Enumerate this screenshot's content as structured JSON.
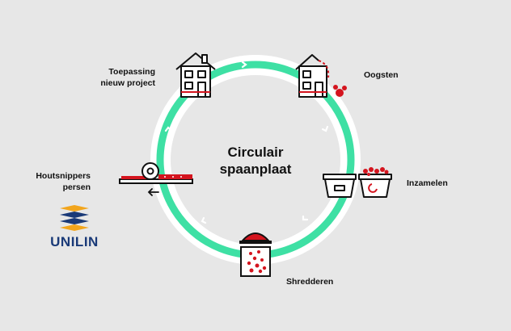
{
  "diagram": {
    "center_title": [
      "Circulair",
      "spaanplaat"
    ],
    "steps": [
      {
        "key": "toepassing",
        "lines": [
          "Toepassing",
          "nieuw project"
        ],
        "icon": "house-icon"
      },
      {
        "key": "oogsten",
        "lines": [
          "Oogsten"
        ],
        "icon": "house-demolition-icon"
      },
      {
        "key": "inzamelen",
        "lines": [
          "Inzamelen"
        ],
        "icon": "collection-containers-icon"
      },
      {
        "key": "shredderen",
        "lines": [
          "Shredderen"
        ],
        "icon": "shredder-icon"
      },
      {
        "key": "persen",
        "lines": [
          "Houtsnippers",
          "persen"
        ],
        "icon": "press-roller-icon"
      }
    ]
  },
  "brand": {
    "name": "UNILIN",
    "logo_icon": "unilin-logo-icon"
  },
  "colors": {
    "background": "#e7e7e7",
    "ring": "#ffffff",
    "cycle": "#3ee0a4",
    "accent": "#d4141e",
    "ink": "#111111",
    "brand_blue": "#1a3a78",
    "brand_orange": "#f2a51c"
  }
}
